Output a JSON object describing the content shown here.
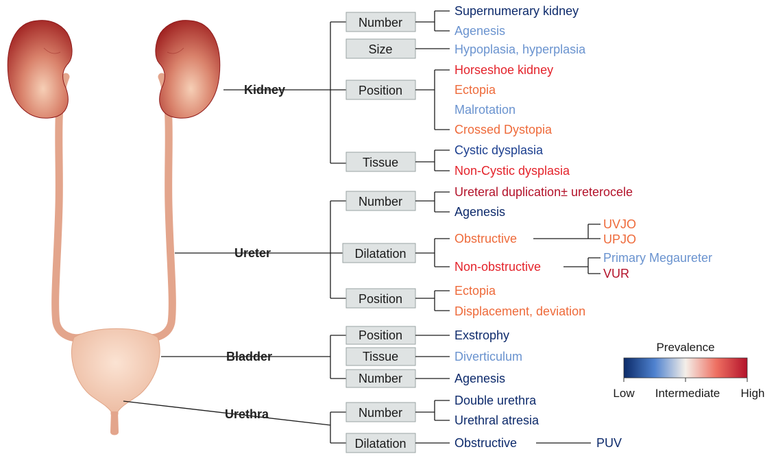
{
  "organs": {
    "kidney": "Kidney",
    "ureter": "Ureter",
    "bladder": "Bladder",
    "urethra": "Urethra"
  },
  "colors": {
    "very_low": "#0d2a6b",
    "low": "#1c3f8f",
    "low_mid": "#6a93cf",
    "mid_high": "#ee6a3a",
    "high": "#e4232b",
    "very_high": "#b3122a"
  },
  "kidney": {
    "number": {
      "label": "Number",
      "items": [
        {
          "text": "Supernumerary kidney",
          "color": "#0d2a6b"
        },
        {
          "text": "Agenesis",
          "color": "#6a93cf"
        }
      ]
    },
    "size": {
      "label": "Size",
      "items": [
        {
          "text": "Hypoplasia, hyperplasia",
          "color": "#6a93cf"
        }
      ]
    },
    "position": {
      "label": "Position",
      "items": [
        {
          "text": "Horseshoe kidney",
          "color": "#e4232b"
        },
        {
          "text": "Ectopia",
          "color": "#ee6a3a"
        },
        {
          "text": "Malrotation",
          "color": "#6a93cf"
        },
        {
          "text": "Crossed Dystopia",
          "color": "#ee6a3a"
        }
      ]
    },
    "tissue": {
      "label": "Tissue",
      "items": [
        {
          "text": "Cystic dysplasia",
          "color": "#1c3f8f"
        },
        {
          "text": "Non-Cystic dysplasia",
          "color": "#e4232b"
        }
      ]
    }
  },
  "ureter": {
    "number": {
      "label": "Number",
      "items": [
        {
          "text": "Ureteral duplication± ureterocele",
          "color": "#b3122a"
        },
        {
          "text": "Agenesis",
          "color": "#0d2a6b"
        }
      ]
    },
    "dilatation": {
      "label": "Dilatation",
      "obstructive": {
        "text": "Obstructive",
        "color": "#ee6a3a"
      },
      "obstructive_items": [
        {
          "text": "UVJO",
          "color": "#ee6a3a"
        },
        {
          "text": "UPJO",
          "color": "#ee6a3a"
        }
      ],
      "non_obstructive": {
        "text": "Non-obstructive",
        "color": "#e4232b"
      },
      "non_obstructive_items": [
        {
          "text": "Primary Megaureter",
          "color": "#6a93cf"
        },
        {
          "text": "VUR",
          "color": "#b3122a"
        }
      ]
    },
    "position": {
      "label": "Position",
      "items": [
        {
          "text": "Ectopia",
          "color": "#ee6a3a"
        },
        {
          "text": "Displacement, deviation",
          "color": "#ee6a3a"
        }
      ]
    }
  },
  "bladder": {
    "position": {
      "label": "Position",
      "item": {
        "text": "Exstrophy",
        "color": "#0d2a6b"
      }
    },
    "tissue": {
      "label": "Tissue",
      "item": {
        "text": "Diverticulum",
        "color": "#6a93cf"
      }
    },
    "number": {
      "label": "Number",
      "item": {
        "text": "Agenesis",
        "color": "#0d2a6b"
      }
    }
  },
  "urethra": {
    "number": {
      "label": "Number",
      "items": [
        {
          "text": "Double urethra",
          "color": "#0d2a6b"
        },
        {
          "text": "Urethral atresia",
          "color": "#0d2a6b"
        }
      ]
    },
    "dilatation": {
      "label": "Dilatation",
      "item": {
        "text": "Obstructive",
        "color": "#0d2a6b"
      },
      "sub_item": {
        "text": "PUV",
        "color": "#0d2a6b"
      }
    }
  },
  "legend": {
    "title": "Prevalence",
    "low": "Low",
    "mid": "Intermediate",
    "high": "High"
  }
}
